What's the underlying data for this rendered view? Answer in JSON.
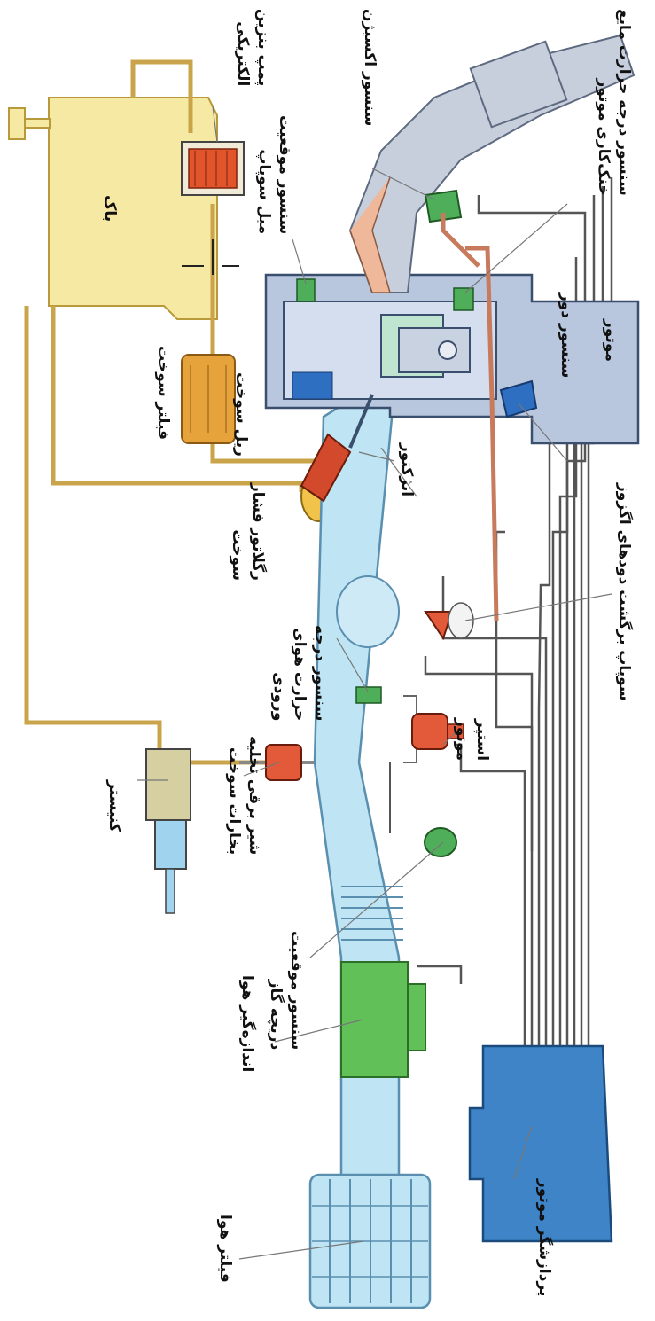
{
  "colors": {
    "tank": "#f6e9a4",
    "tank_stroke": "#b89a3a",
    "pump": "#e2552b",
    "fuel_line": "#c9a44a",
    "intake": "#bfe4f3",
    "intake_stroke": "#5a8fb0",
    "meter": "#62c058",
    "ecu": "#3e84c7",
    "engine": "#b9c7de",
    "exhaust": "#c8cfdc",
    "egr_valve": "#e35a3a",
    "sensor_green": "#4fae5a"
  },
  "labels": {
    "tank": "باک",
    "fuel_pump": [
      "پمپ بنزین",
      "الکتریکی"
    ],
    "fuel_filter": "فیلتر سوخت",
    "fuel_rail": "ریل سوخت",
    "pressure_regulator": [
      "رگلاتور فشار",
      "سوخت"
    ],
    "canister": "کنیستر",
    "purge_valve": [
      "شیر برقی تخلیه",
      "بخارات سوخت"
    ],
    "air_filter": "فیلتر هوا",
    "air_meter": "اندازه‌گیر هوا",
    "throttle_sensor": [
      "سنسور موقعیت",
      "دریچه گاز"
    ],
    "idle_motor": [
      "استپر",
      "موتور"
    ],
    "intake_temp_sensor": [
      "سنسور درجه",
      "حرارت هوای",
      "ورودی"
    ],
    "injector": "انژکتور",
    "engine_speed_sensor": "سنسور دور",
    "engine": "موتور",
    "camshaft_sensor": [
      "سنسور موقعیت",
      "میل سوپاپ"
    ],
    "oxygen_sensor": "سنسور اکسیژن",
    "coolant_temp_sensor": [
      "سنسور درجه حرارت مایع",
      "خنک‌کاری موتور"
    ],
    "egr_valve": "سوپاپ برگشت دودهای اگزوز",
    "ecu": "پردازشگر موتور"
  }
}
